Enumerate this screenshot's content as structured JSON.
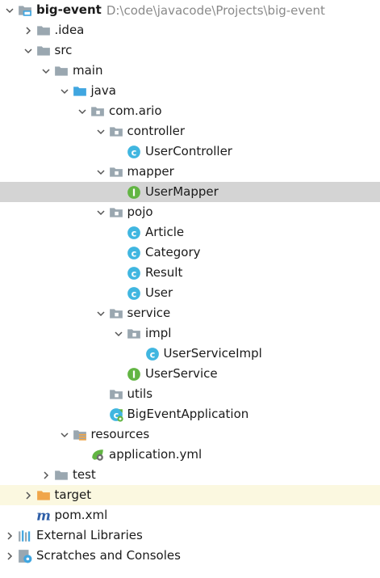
{
  "tree": [
    {
      "label": "big-event",
      "path": "D:\\code\\javacode\\Projects\\big-event",
      "depth": 0,
      "arrow": "down",
      "icon": "project-folder-icon",
      "bold": true
    },
    {
      "label": ".idea",
      "depth": 1,
      "arrow": "right",
      "icon": "folder-icon"
    },
    {
      "label": "src",
      "depth": 1,
      "arrow": "down",
      "icon": "folder-icon"
    },
    {
      "label": "main",
      "depth": 2,
      "arrow": "down",
      "icon": "folder-icon"
    },
    {
      "label": "java",
      "depth": 3,
      "arrow": "down",
      "icon": "source-folder-icon"
    },
    {
      "label": "com.ario",
      "depth": 4,
      "arrow": "down",
      "icon": "package-icon"
    },
    {
      "label": "controller",
      "depth": 5,
      "arrow": "down",
      "icon": "package-icon"
    },
    {
      "label": "UserController",
      "depth": 6,
      "arrow": "none",
      "icon": "java-class-icon"
    },
    {
      "label": "mapper",
      "depth": 5,
      "arrow": "down",
      "icon": "package-icon"
    },
    {
      "label": "UserMapper",
      "depth": 6,
      "arrow": "none",
      "icon": "java-interface-icon",
      "selected": true
    },
    {
      "label": "pojo",
      "depth": 5,
      "arrow": "down",
      "icon": "package-icon"
    },
    {
      "label": "Article",
      "depth": 6,
      "arrow": "none",
      "icon": "java-class-icon"
    },
    {
      "label": "Category",
      "depth": 6,
      "arrow": "none",
      "icon": "java-class-icon"
    },
    {
      "label": "Result",
      "depth": 6,
      "arrow": "none",
      "icon": "java-class-icon"
    },
    {
      "label": "User",
      "depth": 6,
      "arrow": "none",
      "icon": "java-class-icon"
    },
    {
      "label": "service",
      "depth": 5,
      "arrow": "down",
      "icon": "package-icon"
    },
    {
      "label": "impl",
      "depth": 6,
      "arrow": "down",
      "icon": "package-icon"
    },
    {
      "label": "UserServiceImpl",
      "depth": 7,
      "arrow": "none",
      "icon": "java-class-icon"
    },
    {
      "label": "UserService",
      "depth": 6,
      "arrow": "none",
      "icon": "java-interface-icon"
    },
    {
      "label": "utils",
      "depth": 5,
      "arrow": "none",
      "icon": "package-icon"
    },
    {
      "label": "BigEventApplication",
      "depth": 5,
      "arrow": "none",
      "icon": "spring-boot-app-icon"
    },
    {
      "label": "resources",
      "depth": 3,
      "arrow": "down",
      "icon": "resources-folder-icon"
    },
    {
      "label": "application.yml",
      "depth": 4,
      "arrow": "none",
      "icon": "yaml-config-icon"
    },
    {
      "label": "test",
      "depth": 2,
      "arrow": "right",
      "icon": "folder-icon"
    },
    {
      "label": "target",
      "depth": 1,
      "arrow": "right",
      "icon": "excluded-folder-icon",
      "highlight": true
    },
    {
      "label": "pom.xml",
      "depth": 1,
      "arrow": "none",
      "icon": "maven-icon"
    },
    {
      "label": "External Libraries",
      "depth": 0,
      "arrow": "right",
      "icon": "libraries-icon"
    },
    {
      "label": "Scratches and Consoles",
      "depth": 0,
      "arrow": "right",
      "icon": "scratches-icon"
    }
  ],
  "colors": {
    "folder": "#9aa7b0",
    "source_folder": "#40a6e0",
    "class_icon": "#40b6e0",
    "interface_icon": "#62b543",
    "excluded": "#f0a64a",
    "selection": "#d4d4d4",
    "highlight": "#fbf8e0"
  }
}
